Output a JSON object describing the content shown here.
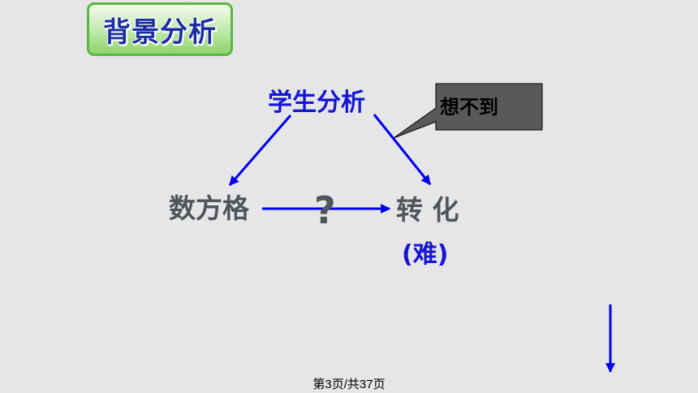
{
  "title": "背景分析",
  "nodes": {
    "student_analysis": "学生分析",
    "number_grid": "数方格",
    "transformation": "转 化",
    "difficulty": "(难)"
  },
  "question_mark": "?",
  "callout": "想不到",
  "footer": "第3页/共37页",
  "colors": {
    "arrow": "#0000ee",
    "callout_fill": "#595959",
    "title_text": "#1c2fa0"
  }
}
